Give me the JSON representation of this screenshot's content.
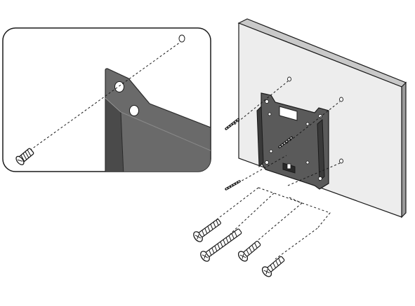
{
  "diagram": {
    "kind": "assembly-instruction",
    "colors": {
      "ink": "#1a1a1a",
      "wall_face": "#ededed",
      "wall_side": "#9a9a9a",
      "wall_top": "#c9c9c9",
      "plate": "#5a5a5a",
      "plate_dark": "#3a3a3a",
      "detail_plate": "#6a6a6a",
      "hole": "#ffffff"
    },
    "parts": [
      {
        "id": "wall-panel",
        "label": ""
      },
      {
        "id": "vesa-mount-plate",
        "label": ""
      },
      {
        "id": "wall-anchor-screws",
        "count": 2
      },
      {
        "id": "long-screws",
        "count": 2
      },
      {
        "id": "short-screws",
        "count": 2
      },
      {
        "id": "detail-inset-zoom",
        "label": ""
      }
    ]
  }
}
